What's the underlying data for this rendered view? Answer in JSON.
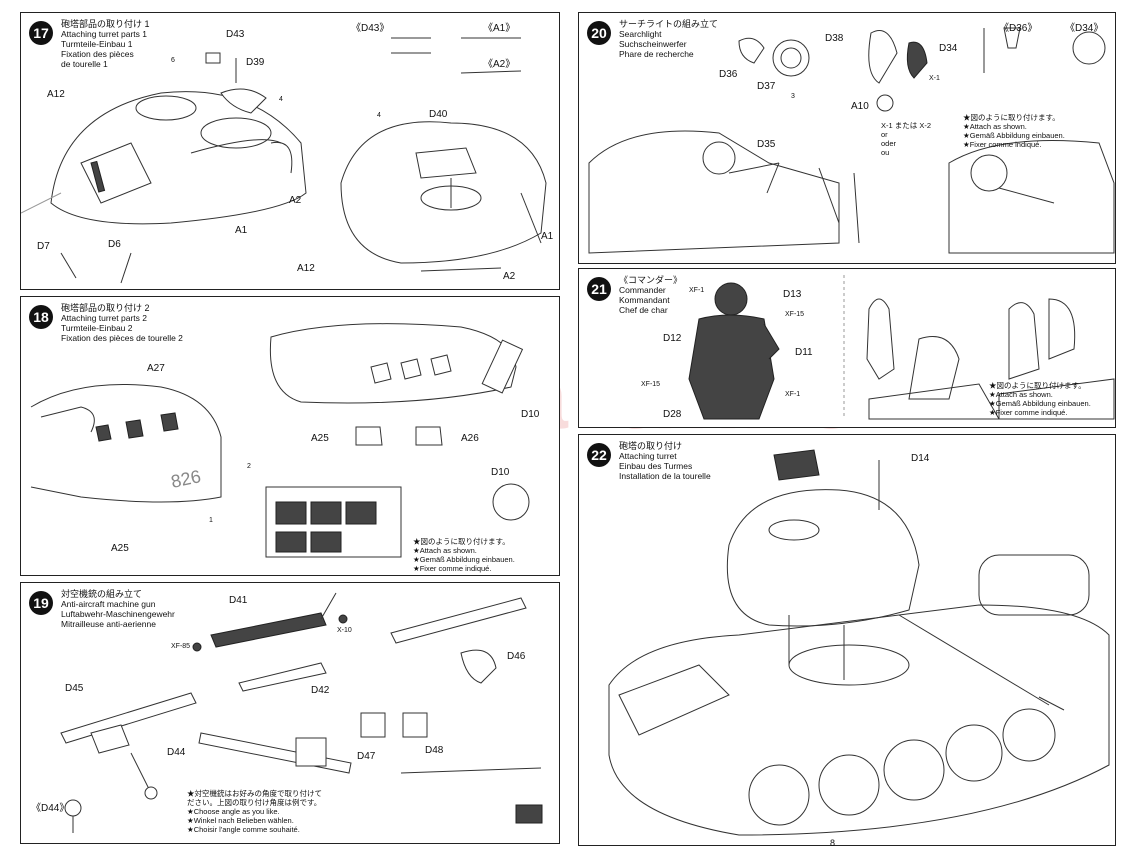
{
  "watermark": "modelartikl.cz",
  "page_number": "8",
  "step17": {
    "num": "17",
    "titles": [
      "砲塔部品の取り付け 1",
      "Attaching turret parts 1",
      "Turmteile-Einbau 1",
      "Fixation des pièces",
      "de tourelle 1"
    ],
    "labels": {
      "d43": "D43",
      "d39": "D39",
      "a12a": "A12",
      "a12b": "A12",
      "d7": "D7",
      "d6": "D6",
      "a1a": "A1",
      "a1b": "A1",
      "a2a": "A2",
      "a2b": "A2",
      "d40": "D40",
      "d43b": "《D43》",
      "a1c": "《A1》",
      "a2c": "《A2》"
    },
    "callouts": [
      "6",
      "4",
      "4"
    ]
  },
  "step18": {
    "num": "18",
    "titles": [
      "砲塔部品の取り付け 2",
      "Attaching turret parts 2",
      "Turmteile-Einbau 2",
      "Fixation des pièces de tourelle 2"
    ],
    "labels": {
      "a27": "A27",
      "a25a": "A25",
      "a25b": "A25",
      "a26": "A26",
      "d10a": "D10",
      "d10b": "D10",
      "hull": "826"
    },
    "callouts": [
      "2",
      "1"
    ],
    "notes": [
      "★図のように取り付けます。",
      "★Attach as shown.",
      "★Gemäß Abbildung einbauen.",
      "★Fixer comme indiqué."
    ]
  },
  "step19": {
    "num": "19",
    "titles": [
      "対空機銃の組み立て",
      "Anti-aircraft machine gun",
      "Luftabwehr-Maschinengewehr",
      "Mitrailleuse anti-aerienne"
    ],
    "labels": {
      "d41": "D41",
      "d42": "D42",
      "d46": "D46",
      "d45": "D45",
      "d44": "D44",
      "d47": "D47",
      "d48": "D48",
      "d44b": "《D44》",
      "xf85": "XF-85",
      "x10": "X-10"
    },
    "notes": [
      "★対空機銃はお好みの角度で取り付けて",
      "ださい。上図の取り付け角度は例です。",
      "★Choose angle as you like.",
      "★Winkel nach Belieben wählen.",
      "★Choisir l'angle comme souhaité."
    ]
  },
  "step20": {
    "num": "20",
    "titles": [
      "サーチライトの組み立て",
      "Searchlight",
      "Suchscheinwerfer",
      "Phare de recherche"
    ],
    "labels": {
      "d36": "D36",
      "d37": "D37",
      "d38": "D38",
      "d34": "D34",
      "a10": "A10",
      "d35": "D35",
      "d36b": "《D36》",
      "d34b": "《D34》",
      "x1": "X-1"
    },
    "callouts": [
      "3"
    ],
    "paint": [
      "X-1 または X-2",
      "or",
      "oder",
      "ou"
    ],
    "notes": [
      "★図のように取り付けます。",
      "★Attach as shown.",
      "★Gemäß Abbildung einbauen.",
      "★Fixer comme indiqué."
    ]
  },
  "step21": {
    "num": "21",
    "titles": [
      "《コマンダー》",
      "Commander",
      "Kommandant",
      "Chef de char"
    ],
    "labels": {
      "d13": "D13",
      "d12": "D12",
      "d11": "D11",
      "d28": "D28",
      "xf1a": "XF-1",
      "xf15a": "XF-15",
      "xf15b": "XF-15",
      "xf1b": "XF-1"
    },
    "notes": [
      "★図のように取り付けます。",
      "★Attach as shown.",
      "★Gemäß Abbildung einbauen.",
      "★Fixer comme indiqué."
    ]
  },
  "step22": {
    "num": "22",
    "titles": [
      "砲塔の取り付け",
      "Attaching turret",
      "Einbau des Turmes",
      "Installation de la tourelle"
    ],
    "labels": {
      "d14": "D14"
    }
  }
}
